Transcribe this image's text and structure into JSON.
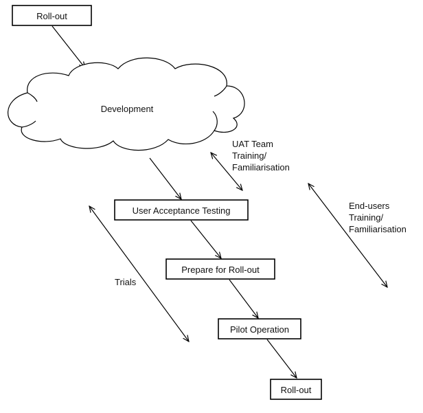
{
  "boxes": {
    "rollout_top": "Roll-out",
    "uat": "User Acceptance Testing",
    "prepare": "Prepare for Roll-out",
    "pilot": "Pilot Operation",
    "rollout_bottom": "Roll-out"
  },
  "cloud": {
    "label": "Development"
  },
  "labels": {
    "uat_team": [
      "UAT Team",
      "Training/",
      "Familiarisation"
    ],
    "end_users": [
      "End-users",
      "Training/",
      "Familiarisation"
    ],
    "trials": "Trials"
  }
}
